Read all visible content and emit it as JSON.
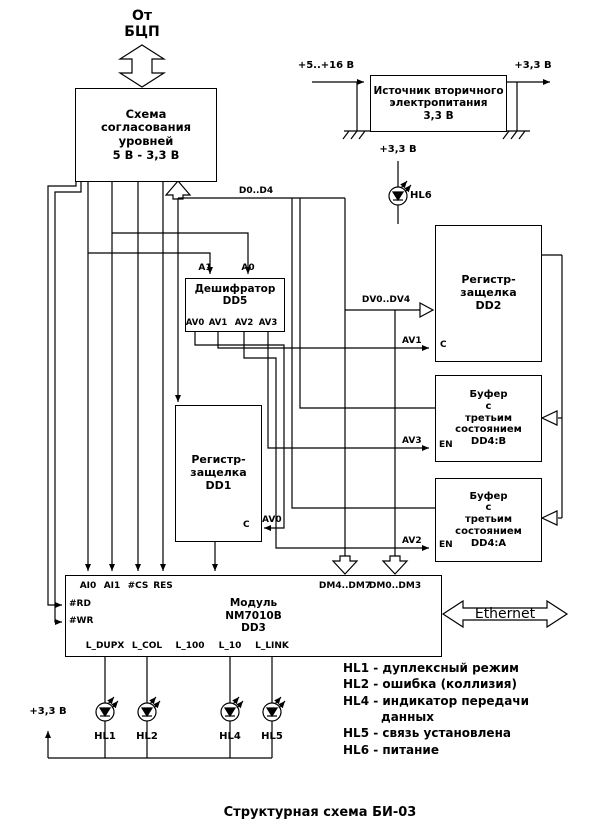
{
  "diagram": {
    "source_label": "От\nБЦП",
    "boxes": {
      "level_shifter": "Схема\nсогласования\nуровней\n5 В - 3,3 В",
      "psu": "Источник вторичного\nэлектропитания\n3,3 В",
      "decoder": "Дешифратор\nDD5",
      "dd2": "Регистр-\nзащелка\nDD2",
      "dd4b": "Буфер\nс\nтретьим\nсостоянием\nDD4:B",
      "dd4a": "Буфер\nс\nтретьим\nсостоянием\nDD4:A",
      "dd1": "Регистр-\nзащелка\nDD1",
      "module": "Модуль\nNM7010B\nDD3"
    },
    "pins": {
      "decoder_top": [
        "A1",
        "A0"
      ],
      "decoder_bottom": [
        "AV0",
        "AV1",
        "AV2",
        "AV3"
      ],
      "dd2_c": "C",
      "dd1_c": "C",
      "dd4b_en": "EN",
      "dd4a_en": "EN",
      "module_top": [
        "AI0",
        "AI1",
        "#CS",
        "RES"
      ],
      "module_top_right": [
        "DM4..DM7",
        "DM0..DM3"
      ],
      "module_left": [
        "#RD",
        "#WR"
      ],
      "module_bottom": [
        "L_DUPX",
        "L_COL",
        "L_100",
        "L_10",
        "L_LINK"
      ]
    },
    "signals": {
      "d_bus": "D0..D4",
      "dv_bus": "DV0..DV4",
      "av0": "AV0",
      "av1": "AV1",
      "av2": "AV2",
      "av3": "AV3"
    },
    "power": {
      "psu_in": "+5..+16 В",
      "psu_out": "+3,3 В",
      "hl6": "+3,3 В",
      "leds": "+3,3 В"
    },
    "ethernet": "Ethernet",
    "leds": {
      "hl1": "HL1",
      "hl2": "HL2",
      "hl4": "HL4",
      "hl5": "HL5",
      "hl6": "HL6"
    },
    "legend": [
      "HL1 - дуплексный режим",
      "HL2 - ошибка (коллизия)",
      "HL4 - индикатор передачи данных",
      "HL5 - связь установлена",
      "HL6 - питание"
    ],
    "caption": "Структурная схема БИ-03"
  }
}
